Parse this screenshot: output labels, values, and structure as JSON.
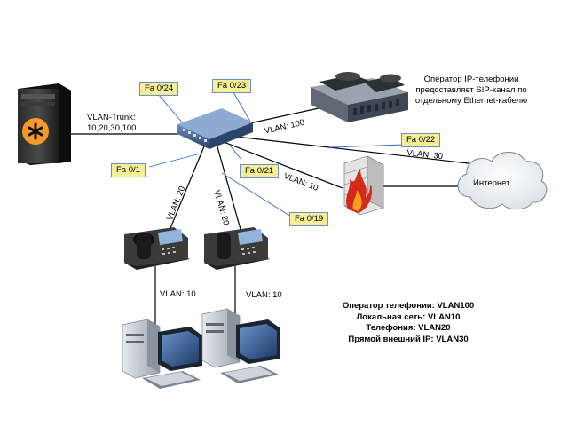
{
  "links": {
    "trunk_label_line1": "VLAN-Trunk:",
    "trunk_label_line2": "10,20,30,100",
    "pbx_vlan": "VLAN: 100",
    "internet_vlan": "VLAN: 30",
    "firewall_vlan": "VLAN: 10",
    "phone1_vlan": "VLAN: 20",
    "phone2_vlan": "VLAN: 20",
    "pc1_vlan": "VLAN: 10",
    "pc2_vlan": "VLAN: 10"
  },
  "ports": {
    "p24": "Fa 0/24",
    "p23": "Fa 0/23",
    "p22": "Fa 0/22",
    "p21": "Fa 0/21",
    "p19": "Fa 0/19",
    "p1": "Fa 0/1"
  },
  "provider_note": {
    "line1": "Оператор IP-телефонии",
    "line2": "предоставляет SIP-канал по",
    "line3": "отдельному Ethernet-кабелю"
  },
  "cloud_label": "Интернет",
  "legend": {
    "line1": "Оператор телефонии: VLAN100",
    "line2": "Локальная сеть: VLAN10",
    "line3": "Телефония: VLAN20",
    "line4": "Прямой внешний IP: VLAN30"
  },
  "colors": {
    "port_fill": "#f6ef9a",
    "port_border": "#6b8fc9",
    "leader_line": "#3366cc",
    "asterisk_orange": "#f39a2b",
    "switch_blue": "#3b5a86",
    "firewall_red": "#d42a1a"
  }
}
